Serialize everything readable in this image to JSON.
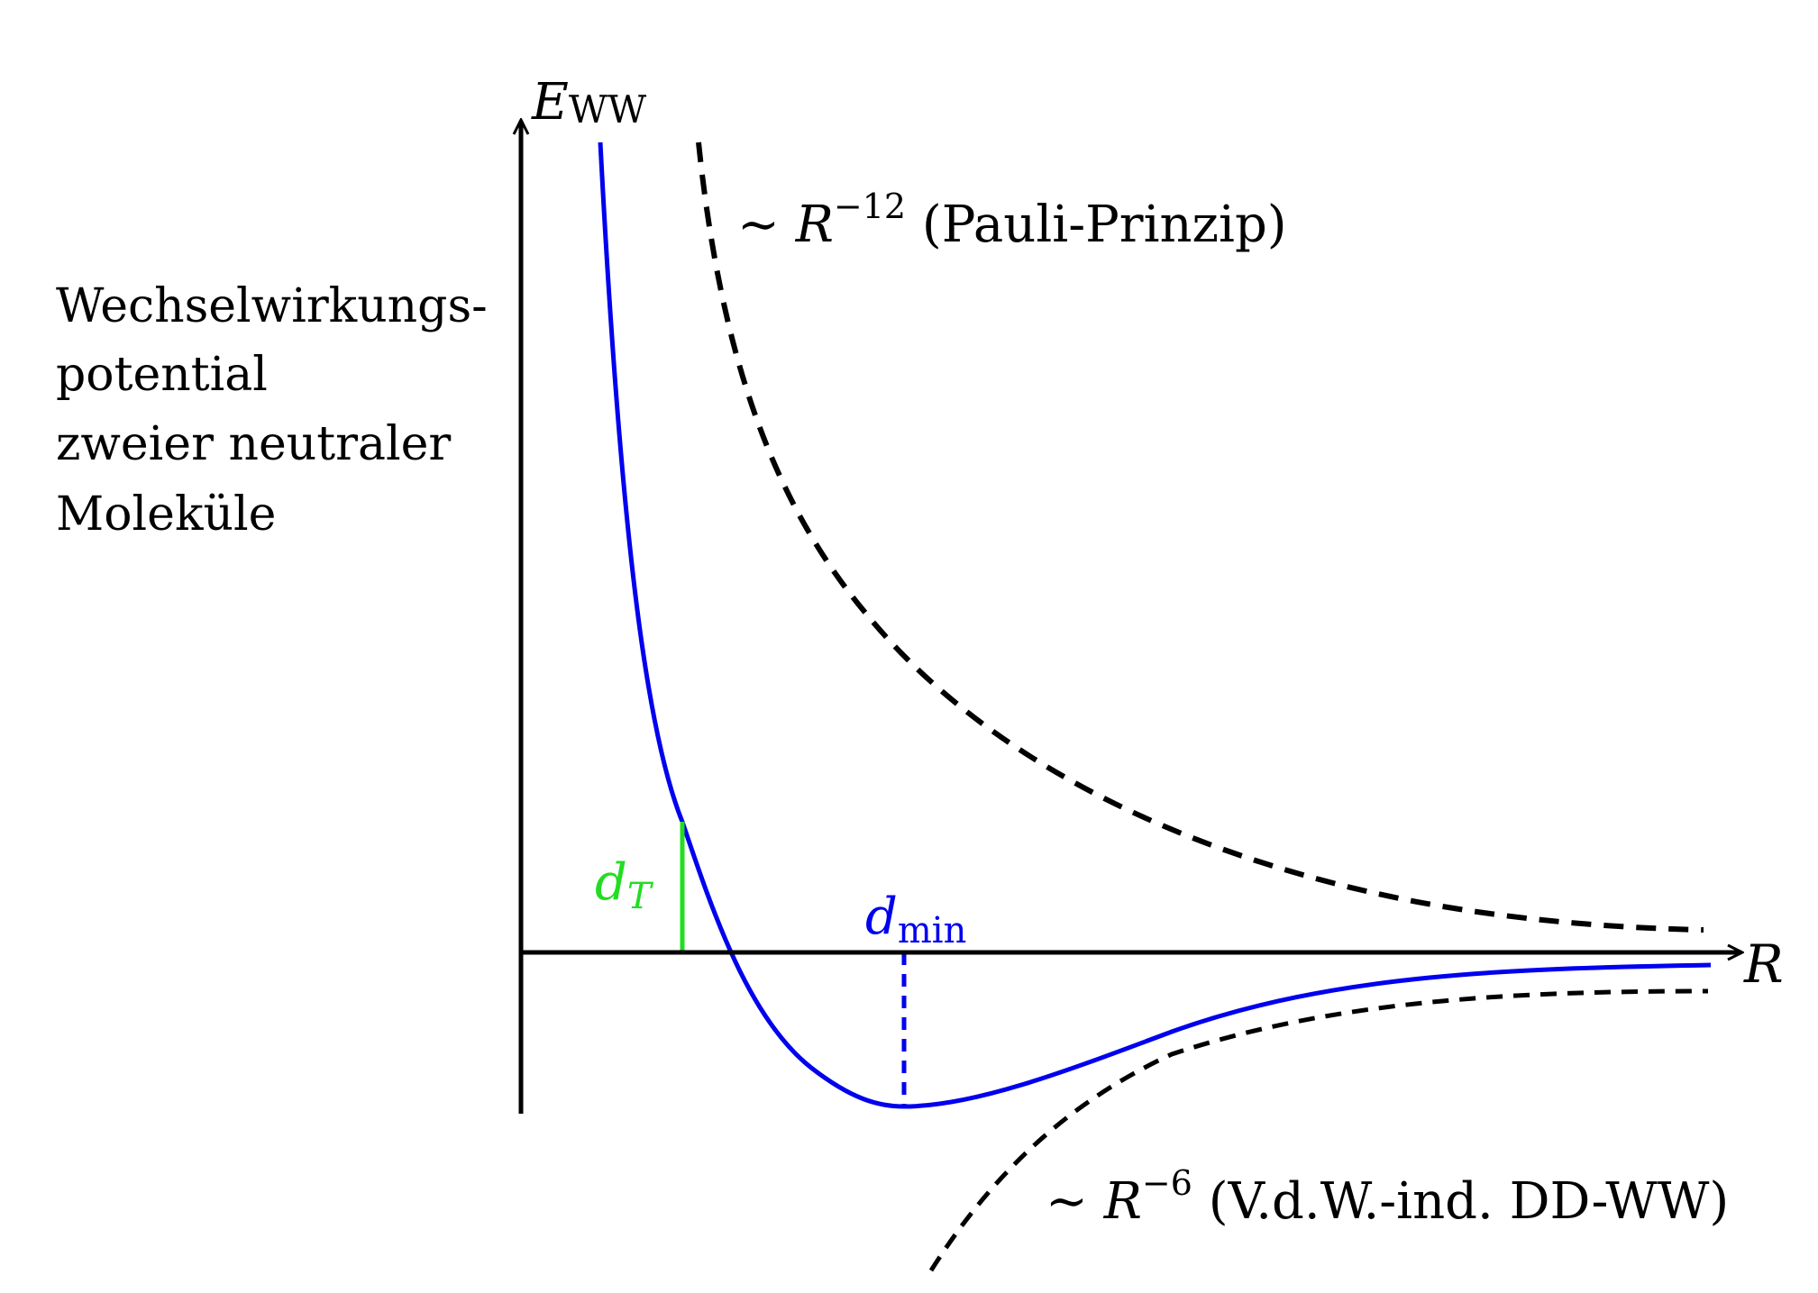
{
  "axes": {
    "y_symbol": "E",
    "y_subscript": "WW",
    "x_symbol": "R"
  },
  "side_text": {
    "lines": [
      "Wechselwirkungs-",
      "potential",
      "zweier neutraler",
      "Moleküle"
    ]
  },
  "annotations": {
    "repulsive": {
      "prefix": "∼ ",
      "symbol": "R",
      "exponent": "−12",
      "suffix": " (Pauli-Prinzip)"
    },
    "attractive": {
      "prefix": "∼ ",
      "symbol": "R",
      "exponent": "−6",
      "suffix": " (V.d.W.-ind. DD-WW)"
    },
    "d_T": {
      "symbol": "d",
      "subscript": "T"
    },
    "d_min": {
      "symbol": "d",
      "subscript": "min"
    }
  },
  "colors": {
    "potential": "#0000ee",
    "d_T": "#22dd22",
    "axes": "#000000",
    "asymptotes": "#000000"
  }
}
